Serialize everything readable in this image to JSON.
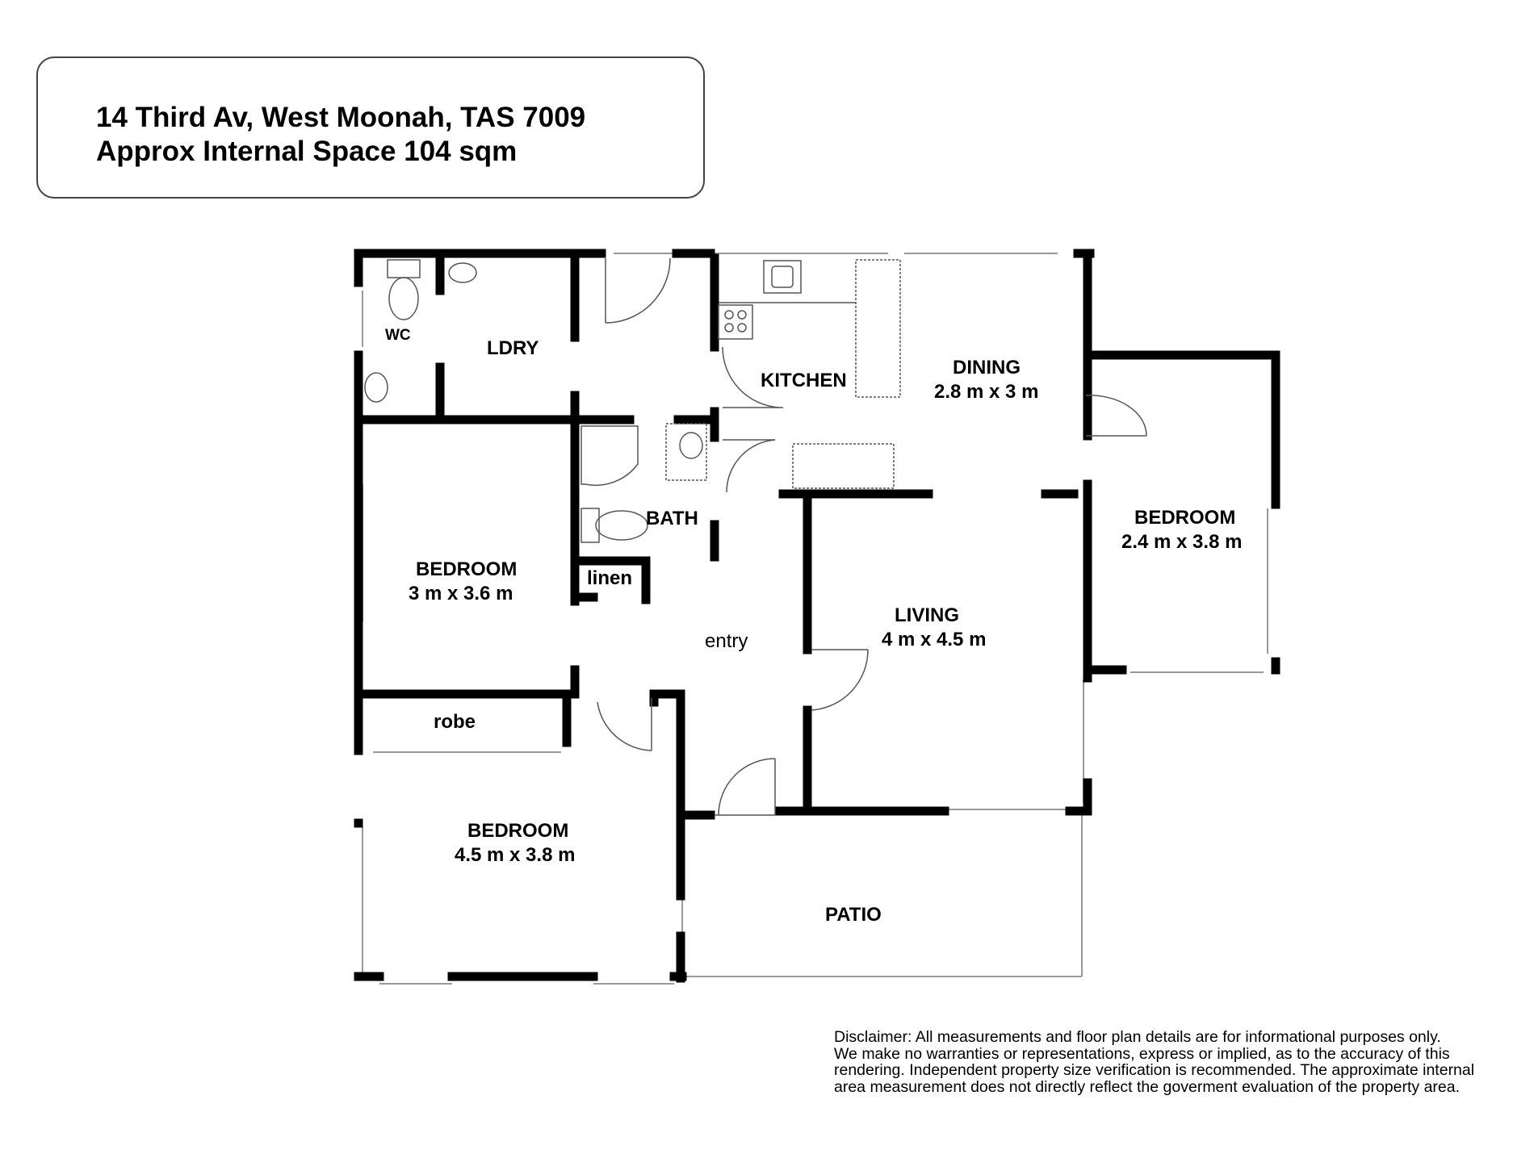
{
  "header": {
    "address": "14 Third Av, West Moonah, TAS 7009",
    "area": "Approx Internal Space 104 sqm"
  },
  "rooms": {
    "wc": "WC",
    "laundry": "LDRY",
    "kitchen": "KITCHEN",
    "dining": {
      "name": "DINING",
      "size": "2.8 m x 3 m"
    },
    "bath": "BATH",
    "linen": "linen",
    "bedroom_1": {
      "name": "BEDROOM",
      "size": "3 m x 3.6 m"
    },
    "entry": "entry",
    "living": {
      "name": "LIVING",
      "size": "4 m x 4.5 m"
    },
    "bedroom_2": {
      "name": "BEDROOM",
      "size": "2.4 m x 3.8 m"
    },
    "robe": "robe",
    "bedroom_3": {
      "name": "BEDROOM",
      "size": "4.5 m x 3.8 m"
    },
    "patio": "PATIO"
  },
  "disclaimer": [
    "Disclaimer: All measurements and floor plan details are for informational purposes only.",
    " We  make no warranties or representations, express or implied, as to the accuracy of this",
    "rendering. Independent property size verification is recommended. The approximate internal",
    "area measurement does not directly reflect the goverment evaluation of the property area."
  ],
  "colors": {
    "wall": "#000000",
    "fixture": "#555555",
    "window": "#999999"
  }
}
